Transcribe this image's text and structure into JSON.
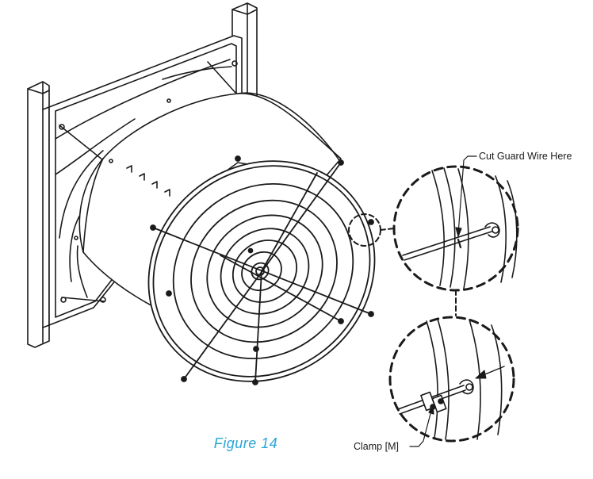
{
  "figure": {
    "caption": "Figure 14",
    "callout_cut": "Cut Guard Wire Here",
    "callout_clamp": "Clamp [M]",
    "accent_color": "#2aa6d6",
    "line_color": "#1a1a1a"
  }
}
